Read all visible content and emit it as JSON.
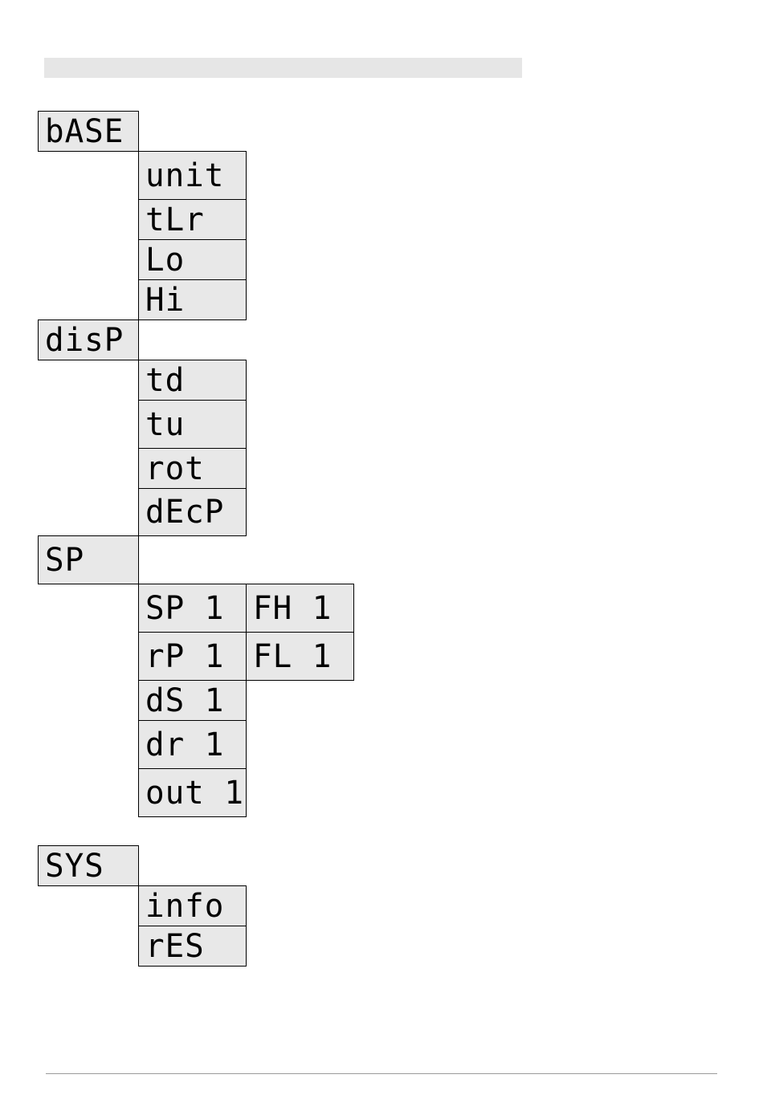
{
  "menu": {
    "base": {
      "label": "bASE",
      "items": [
        "unit",
        "tLr",
        "Lo",
        "Hi"
      ]
    },
    "disp": {
      "label": "disP",
      "items": [
        "td",
        "tu",
        "rot",
        "dEcP"
      ]
    },
    "sp": {
      "label": "SP",
      "items": [
        "SP 1",
        "rP 1",
        "dS 1",
        "dr 1",
        "out 1"
      ],
      "sub": [
        "FH 1",
        "FL 1"
      ]
    },
    "sys": {
      "label": "SYS",
      "items": [
        "info",
        "rES"
      ]
    }
  }
}
